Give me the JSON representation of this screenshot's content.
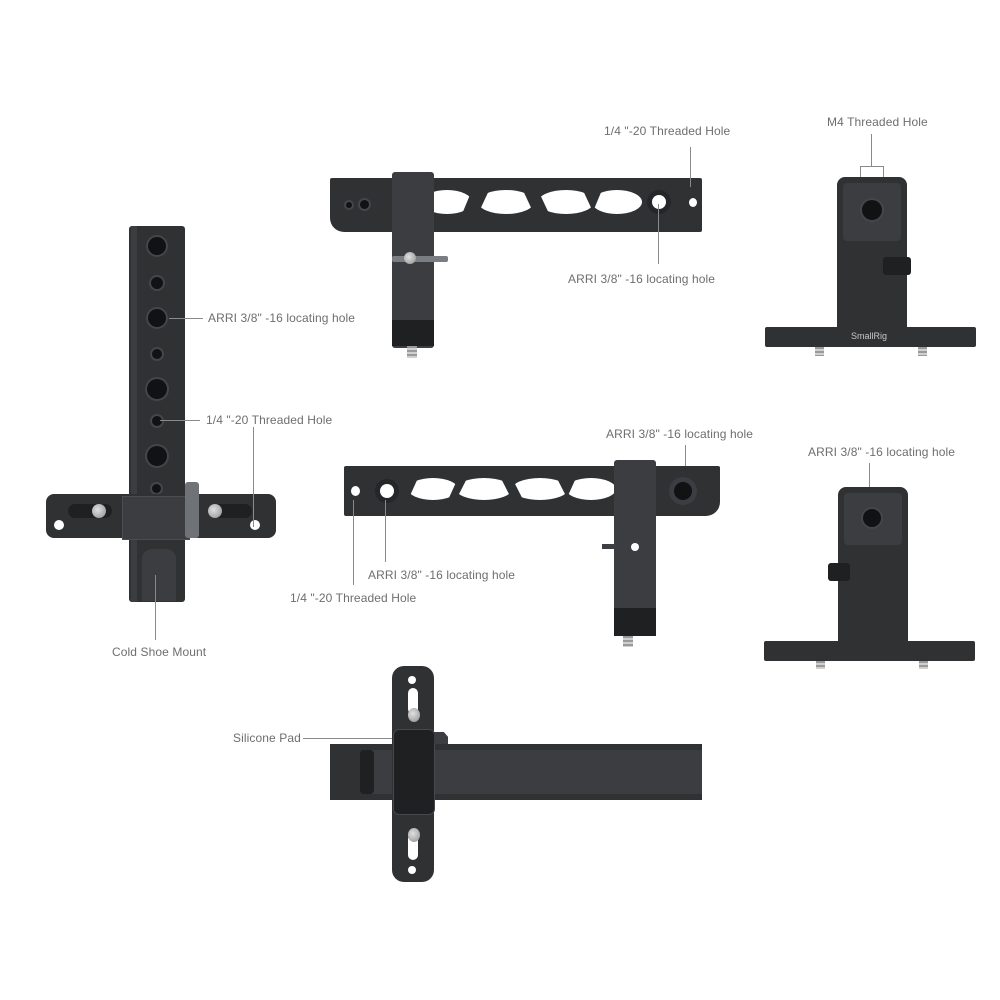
{
  "image": {
    "background": "#ffffff",
    "product_color": "#2f3133",
    "label_color": "#6e6e6e",
    "brand_mark": "SmallRig"
  },
  "views": {
    "vertical_bar": {
      "labels": {
        "arri": "ARRI 3/8\" -16 locating hole",
        "threaded": "1/4 \"-20 Threaded Hole",
        "cold_shoe": "Cold Shoe Mount"
      }
    },
    "top_handle": {
      "labels": {
        "threaded": "1/4 \"-20 Threaded Hole",
        "arri": "ARRI 3/8\" -16 locating hole"
      }
    },
    "top_side": {
      "labels": {
        "m4": "M4 Threaded Hole"
      }
    },
    "mid_handle": {
      "labels": {
        "arri_right": "ARRI 3/8\" -16 locating hole",
        "arri_left": "ARRI 3/8\" -16 locating hole",
        "threaded": "1/4 \"-20 Threaded Hole"
      }
    },
    "mid_side": {
      "labels": {
        "arri": "ARRI 3/8\" -16 locating hole"
      }
    },
    "bottom_view": {
      "labels": {
        "silicone": "Silicone Pad"
      }
    }
  }
}
